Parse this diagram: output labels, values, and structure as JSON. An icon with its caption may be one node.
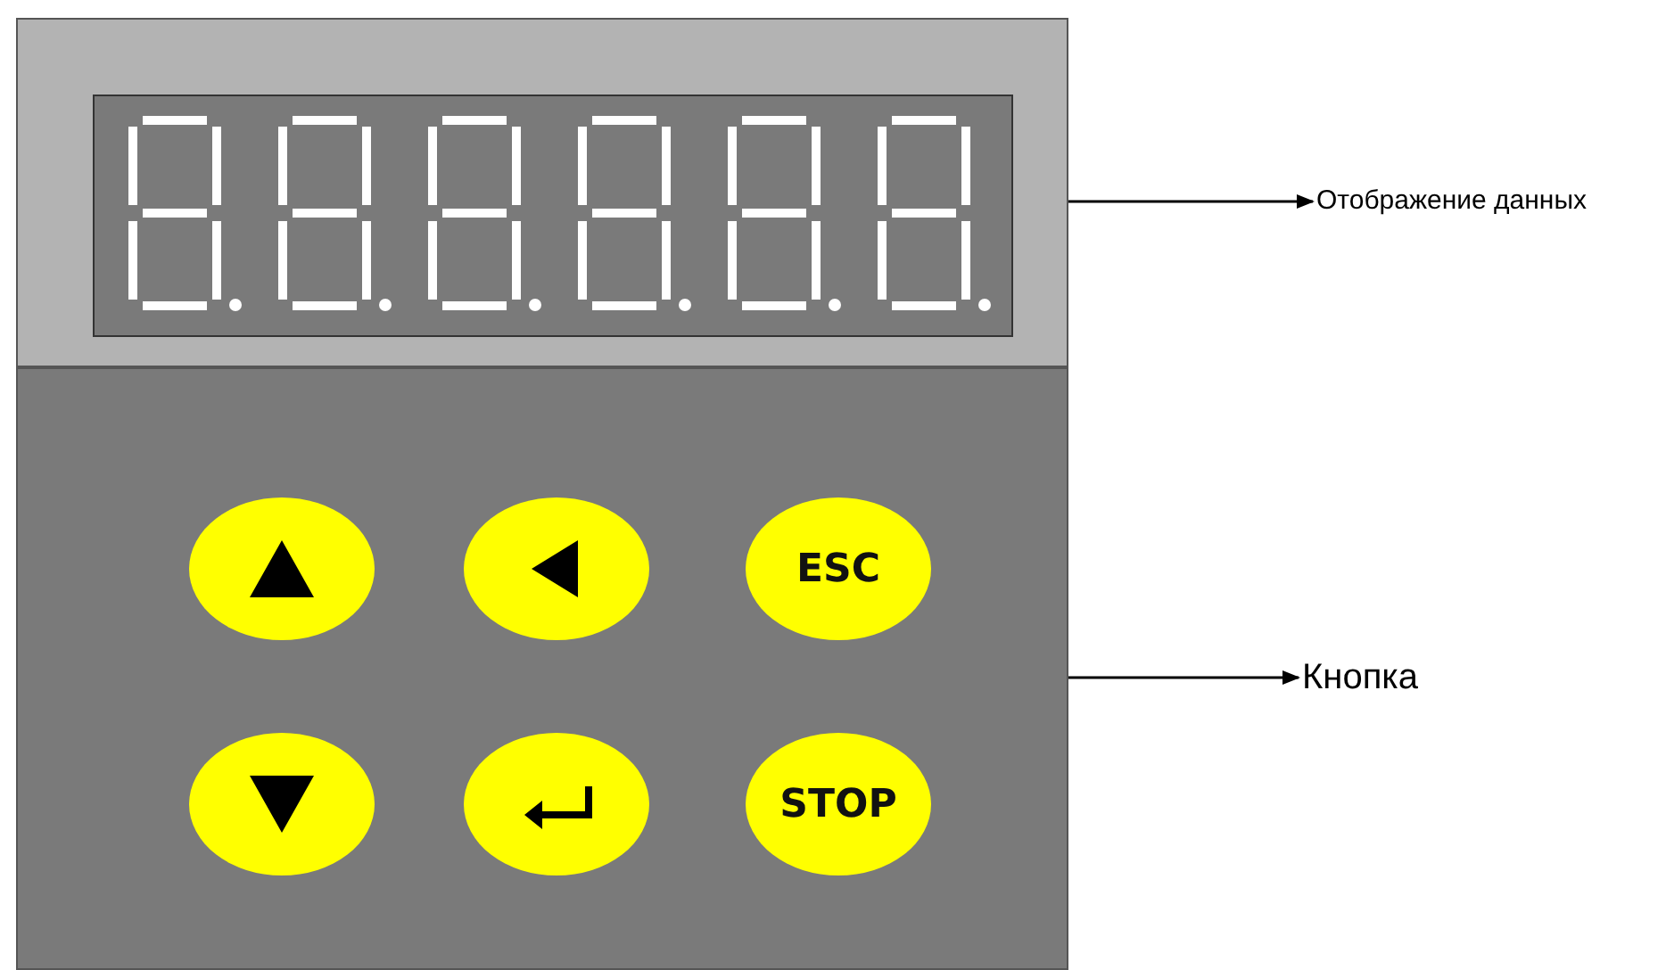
{
  "diagram": {
    "nodes": [
      {
        "text": [],
        "shape": "box"
      },
      {
        "text": [
          "Отображение данных"
        ]
      },
      {
        "text": [],
        "shape": "box"
      },
      {
        "text": [],
        "shape": "circle",
        "in": 2
      },
      {
        "text": [],
        "shape": "circle",
        "in": 2
      },
      {
        "text": [
          "ESC"
        ],
        "in": 2
      },
      {
        "text": [],
        "shape": "circle",
        "in": 2
      },
      {
        "text": [],
        "shape": "circle",
        "in": 2
      },
      {
        "text": [
          "STOP"
        ],
        "in": 2
      },
      {
        "text": [
          "Кнопка"
        ]
      }
    ],
    "edges": [
      {
        "from": 0,
        "to": 1,
        "arrow": "to"
      },
      {
        "from": 2,
        "to": 9,
        "arrow": "to"
      }
    ]
  }
}
